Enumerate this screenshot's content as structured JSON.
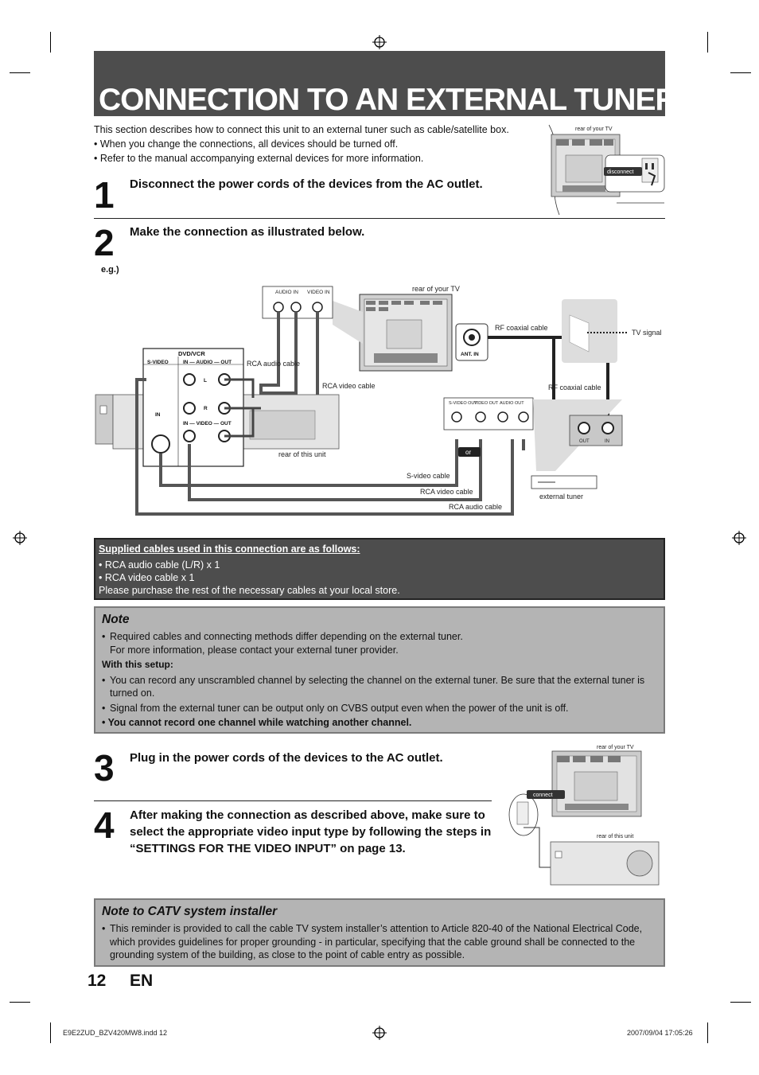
{
  "title": "CONNECTION TO AN EXTERNAL TUNER",
  "intro": {
    "line1": "This section describes how to connect this unit to an external tuner such as cable/satellite box.",
    "line2": "• When you change the connections, all devices should be turned off.",
    "line3": "• Refer to the manual accompanying external devices for more information."
  },
  "steps": [
    {
      "num": "1",
      "text": "Disconnect the power cords of the devices from the AC outlet."
    },
    {
      "num": "2",
      "text": "Make the connection as illustrated below."
    },
    {
      "num": "3",
      "text": "Plug in the power cords of the devices to the AC outlet."
    },
    {
      "num": "4",
      "text": "After making the connection as described above, make sure to select the appropriate video input type by following the steps in “SETTINGS FOR THE VIDEO INPUT” on page 13."
    }
  ],
  "illus1": {
    "tv": "rear of your TV",
    "action": "disconnect"
  },
  "illus3": {
    "tv": "rear of your TV",
    "action": "connect",
    "unit": "rear of this unit"
  },
  "diagram": {
    "eg": "e.g.)",
    "tv_rear": "rear of your TV",
    "tv_audio_in": "AUDIO IN",
    "tv_video_in": "VIDEO IN",
    "l": "L",
    "r": "R",
    "ant_in": "ANT. IN",
    "rf_cable_1": "RF coaxial cable",
    "rf_cable_2": "RF coaxial cable",
    "tv_signal": "TV signal",
    "dvdvcr": "DVD/VCR",
    "svideo": "S-VIDEO",
    "in_audio_out": "IN — AUDIO — OUT",
    "in": "IN",
    "in_video_out": "IN — VIDEO — OUT",
    "rca_audio_cable": "RCA audio cable",
    "rca_video_cable": "RCA video cable",
    "unit_rear": "rear of this unit",
    "tuner_svideo_out": "S-VIDEO OUT",
    "tuner_video_out": "VIDEO OUT",
    "tuner_audio_out": "AUDIO OUT",
    "or": "or",
    "svideo_cable": "S-video cable",
    "rca_video_cable_2": "RCA video cable",
    "rca_audio_cable_2": "RCA audio cable",
    "external_tuner": "external tuner",
    "out": "OUT"
  },
  "supplied": {
    "heading": "Supplied cables used in this connection are as follows:",
    "items": [
      "• RCA audio cable (L/R) x 1",
      "• RCA video cable x 1"
    ],
    "footer": "Please purchase the rest of the necessary cables at your local store."
  },
  "note": {
    "title": "Note",
    "b1a": "Required cables and connecting methods differ depending on the external tuner.",
    "b1b": "For more information, please contact your external tuner provider.",
    "with_setup": "With this setup:",
    "b2": "You can record any unscrambled channel by selecting the channel on the external tuner. Be sure that the external tuner is turned on.",
    "b3": "Signal from the external tuner can be output only on CVBS output even when the power of the unit is off.",
    "b4": "• You cannot record one channel while watching another channel."
  },
  "note_catv": {
    "title": "Note to CATV system installer",
    "b1": "This reminder is provided to call the cable TV system installer’s attention to Article 820-40 of the National Electrical Code, which provides guidelines for proper grounding - in particular, specifying that the cable ground shall be connected to the grounding system of the building, as close to the point of cable entry as possible."
  },
  "page": {
    "number": "12",
    "lang": "EN"
  },
  "footer": {
    "file": "E9E2ZUD_BZV420MW8.indd   12",
    "date": "2007/09/04   17:05:26"
  }
}
